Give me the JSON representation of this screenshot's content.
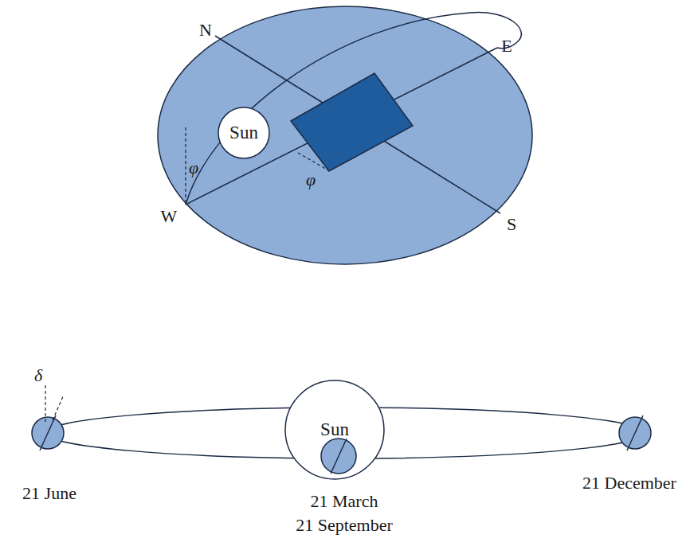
{
  "diagram": {
    "nodes": [
      {
        "text": [
          "Sun"
        ]
      },
      {
        "text": [
          "Sun"
        ]
      }
    ],
    "labels": [
      "N",
      "E",
      "W",
      "S",
      "φ",
      "φ",
      "δ",
      "21 June",
      "21 March",
      "21 September",
      "21 December"
    ]
  }
}
